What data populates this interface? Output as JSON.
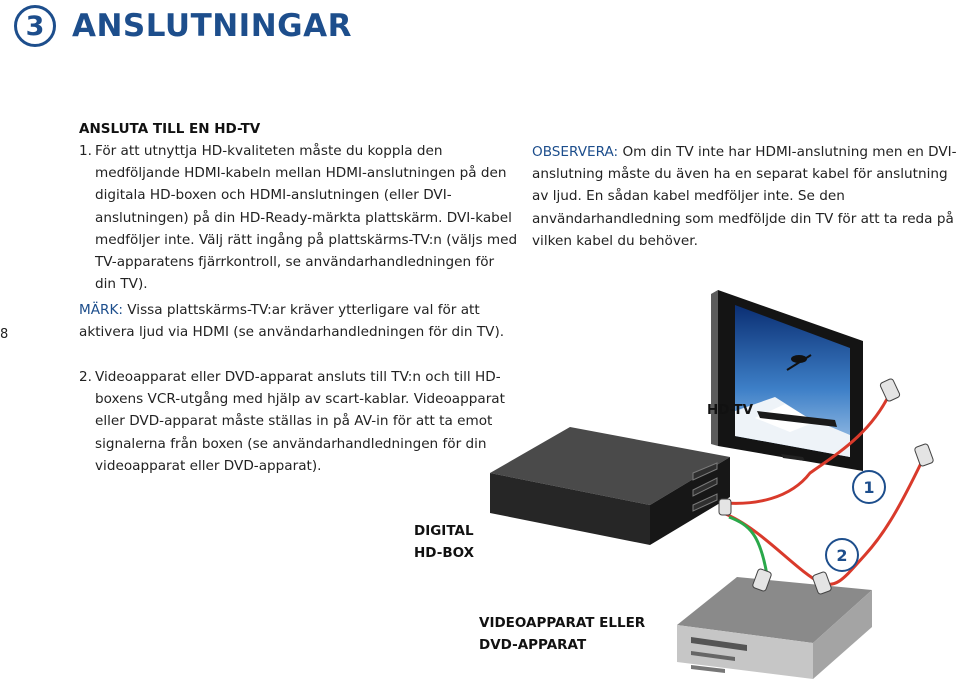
{
  "header": {
    "section_number": "3",
    "title": "ANSLUTNINGAR"
  },
  "hd_tv_section": {
    "heading": "ANSLUTA TILL EN HD-TV",
    "step1_number": "1.",
    "step1_text": "För att utnyttja HD-kvaliteten måste du koppla den medföljande HDMI-kabeln mellan HDMI-anslutningen på den digitala HD-boxen och HDMI-anslutningen (eller DVI-anslutningen) på din HD-Ready-märkta plattskärm. DVI-kabel medföljer inte. Välj rätt ingång på plattskärms-TV:n (väljs med TV-apparatens fjärrkontroll, se användarhandledningen för din TV).",
    "note_label": "MÄRK:",
    "note_text": " Vissa plattskärms-TV:ar kräver ytterligare val för att aktivera ljud via HDMI (se användarhandledningen för din TV).",
    "step2_number": "2.",
    "step2_text": "Videoapparat eller DVD-apparat ansluts till TV:n och till HD-boxens VCR-utgång med hjälp av scart-kablar. Videoapparat eller DVD-apparat måste ställas in på AV-in för att ta emot signalerna från boxen (se användarhandledningen för din videoapparat eller DVD-apparat)."
  },
  "observe": {
    "label": "OBSERVERA:",
    "text": " Om din TV inte har HDMI-anslutning men en DVI-anslutning måste du även ha en separat kabel för anslutning av ljud. En sådan kabel medföljer inte. Se den användarhandledning som medföljde din TV för att ta reda på vilken kabel du behöver."
  },
  "page_number": "8",
  "diagram": {
    "tv_label": "HD-TV",
    "box_label_line1": "DIGITAL",
    "box_label_line2": "HD-BOX",
    "player_label_line1": "VIDEOAPPARAT ELLER",
    "player_label_line2": "DVD-APPARAT",
    "cable1_number": "1",
    "cable2_number": "2",
    "colors": {
      "accent": "#1d4e8c",
      "cable_red": "#d93a2b",
      "cable_green": "#2aa84a"
    }
  }
}
